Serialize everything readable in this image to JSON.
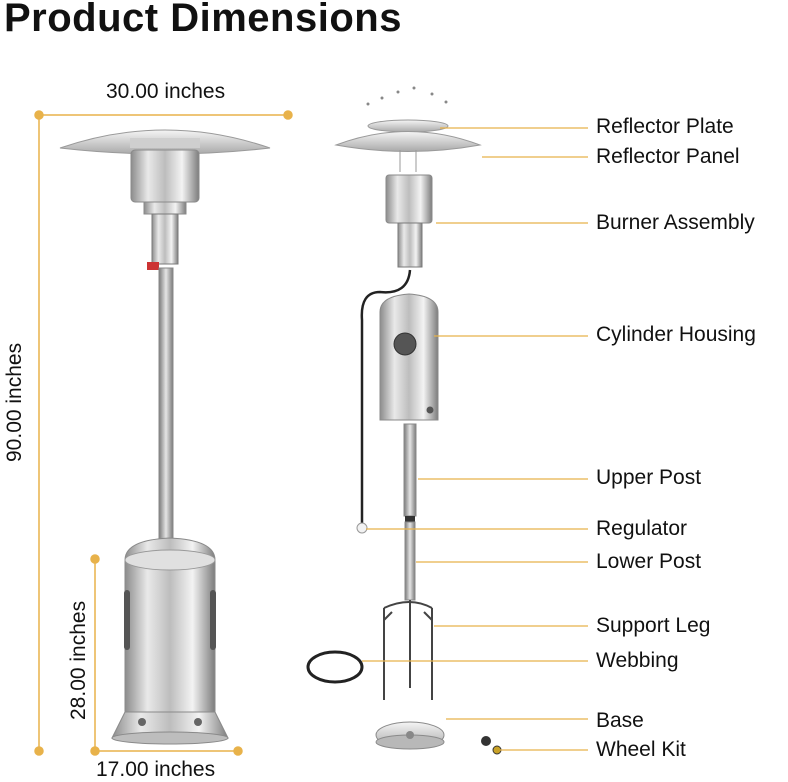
{
  "title": "Product Dimensions",
  "dimensions": {
    "width_top": "30.00 inches",
    "height_total": "90.00 inches",
    "height_base": "28.00 inches",
    "width_base": "17.00 inches"
  },
  "parts": [
    "Reflector Plate",
    "Reflector Panel",
    "Burner Assembly",
    "Cylinder Housing",
    "Upper Post",
    "Regulator",
    "Lower Post",
    "Support Leg",
    "Webbing",
    "Base",
    "Wheel Kit"
  ],
  "colors": {
    "dimension_line": "#e8b24a",
    "callout_line": "#e8b24a",
    "steel": "#c9c9c9"
  }
}
